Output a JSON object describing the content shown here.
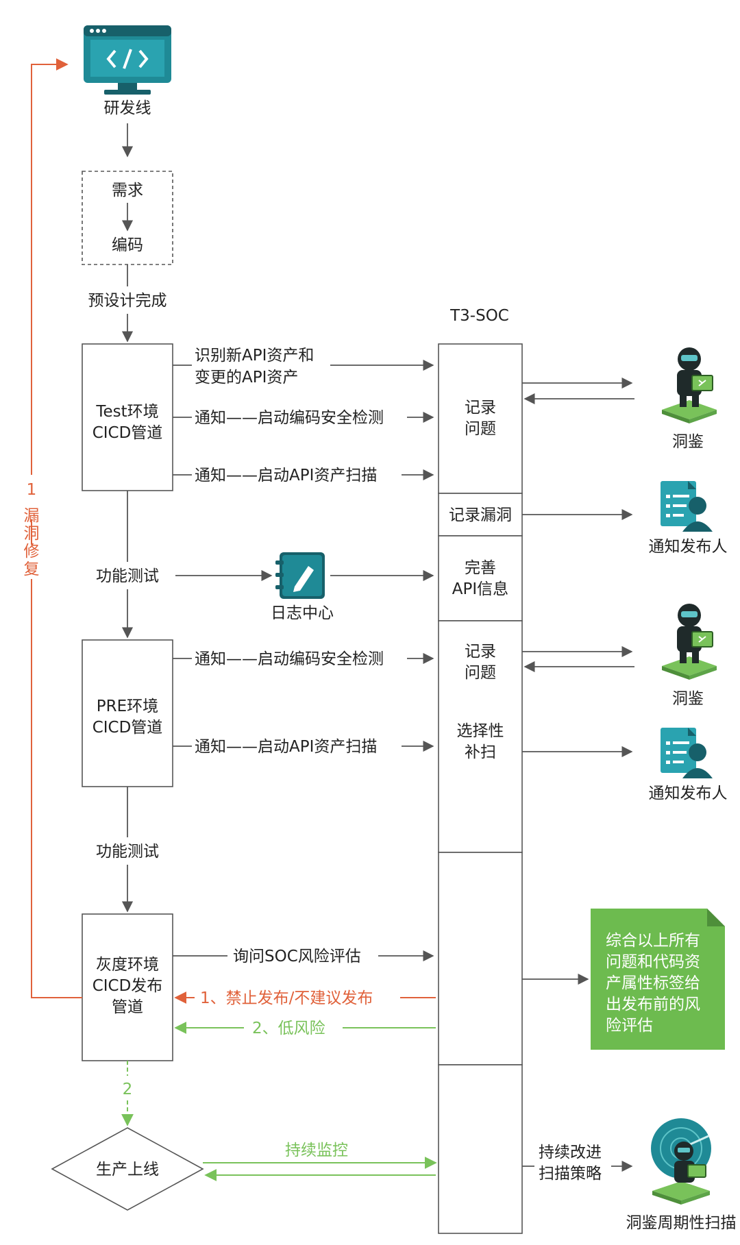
{
  "colors": {
    "orange": "#e0613a",
    "green": "#79c25a",
    "note_bg": "#6dbb4f",
    "teal": "#1f8a96",
    "dark_teal": "#17606a",
    "line": "#555555"
  },
  "nodes": {
    "dev_line": "研发线",
    "requirement": "需求",
    "coding": "编码",
    "pre_design": "预设计完成",
    "soc_title": "T3-SOC",
    "test_env": [
      "Test环境",
      "CICD管道"
    ],
    "func_test_1": "功能测试",
    "log_center": "日志中心",
    "pre_env": [
      "PRE环境",
      "CICD管道"
    ],
    "func_test_2": "功能测试",
    "gray_env": [
      "灰度环境",
      "CICD发布",
      "管道"
    ],
    "production": "生产上线"
  },
  "soc_cells": {
    "record_issue_1": [
      "记录",
      "问题"
    ],
    "record_vuln": "记录漏洞",
    "improve_api": [
      "完善",
      "API信息"
    ],
    "record_issue_2": [
      "记录",
      "问题"
    ],
    "selective_scan": [
      "选择性",
      "补扫"
    ]
  },
  "flows": {
    "identify_api": [
      "识别新API资产和",
      "变更的API资产"
    ],
    "notify_code_check_1": "通知——启动编码安全检测",
    "notify_api_scan_1": "通知——启动API资产扫描",
    "notify_code_check_2": "通知——启动编码安全检测",
    "notify_api_scan_2": "通知——启动API资产扫描",
    "ask_soc": "询问SOC风险评估",
    "forbid_release": "1、禁止发布/不建议发布",
    "low_risk": "2、低风险",
    "continuous_monitor": "持续监控",
    "improve_strategy": [
      "持续改进",
      "扫描策略"
    ],
    "path_2": "2",
    "fix_loop_num": "1",
    "fix_loop_text": [
      "漏",
      "洞",
      "修",
      "复"
    ]
  },
  "actors": {
    "dongjian_1": "洞鉴",
    "notify_publisher_1": "通知发布人",
    "dongjian_2": "洞鉴",
    "notify_publisher_2": "通知发布人",
    "dongjian_scan": "洞鉴周期性扫描"
  },
  "note": {
    "lines": [
      "综合以上所有",
      "问题和代码资",
      "产属性标签给",
      "出发布前的风",
      "险评估"
    ]
  },
  "icons": {
    "monitor": "code-monitor-icon",
    "notebook": "notebook-icon",
    "robot": "robot-laptop-icon",
    "person_doc": "person-checklist-icon",
    "radar": "radar-robot-icon"
  }
}
